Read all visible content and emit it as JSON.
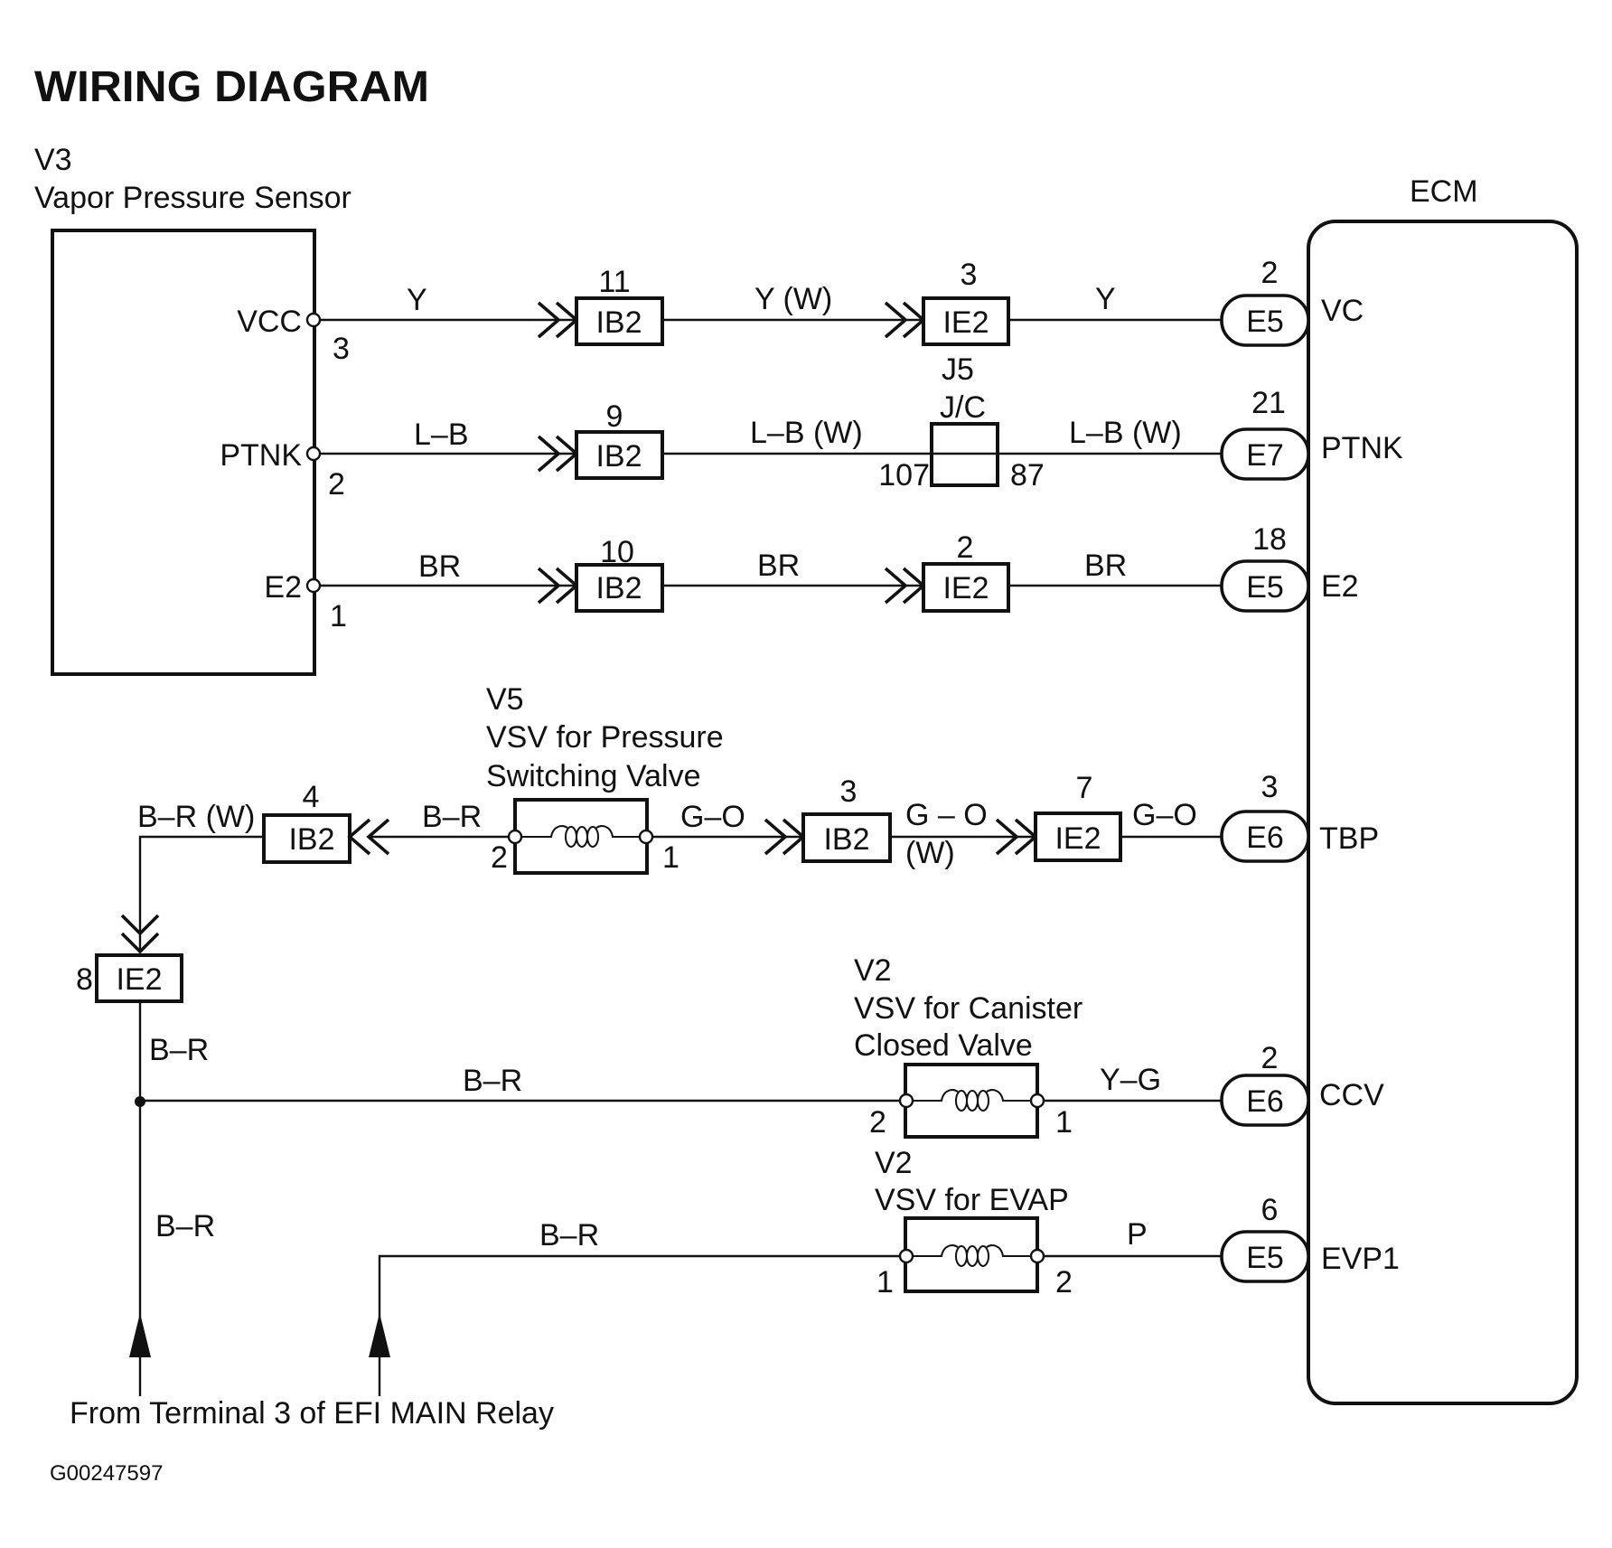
{
  "title": "WIRING DIAGRAM",
  "figure_id": "G00247597",
  "footer_note": "From Terminal 3 of EFI MAIN Relay",
  "components": {
    "vapor_pressure_sensor": {
      "code": "V3",
      "name": "Vapor Pressure Sensor",
      "terminals": [
        {
          "label": "VCC",
          "pin": "3"
        },
        {
          "label": "PTNK",
          "pin": "2"
        },
        {
          "label": "E2",
          "pin": "1"
        }
      ]
    },
    "ecm": {
      "name": "ECM",
      "terminals": [
        {
          "label": "VC",
          "connector": "E5",
          "pin": "2"
        },
        {
          "label": "PTNK",
          "connector": "E7",
          "pin": "21"
        },
        {
          "label": "E2",
          "connector": "E5",
          "pin": "18"
        },
        {
          "label": "TBP",
          "connector": "E6",
          "pin": "3"
        },
        {
          "label": "CCV",
          "connector": "E6",
          "pin": "2"
        },
        {
          "label": "EVP1",
          "connector": "E5",
          "pin": "6"
        }
      ]
    },
    "vsv_pressure": {
      "code": "V5",
      "name_line1": "VSV for Pressure",
      "name_line2": "Switching Valve",
      "pin_left": "2",
      "pin_right": "1"
    },
    "vsv_canister": {
      "code": "V2",
      "name_line1": "VSV for Canister",
      "name_line2": "Closed Valve",
      "pin_left": "2",
      "pin_right": "1"
    },
    "vsv_evap": {
      "code": "V2",
      "name": "VSV for EVAP",
      "pin_left": "1",
      "pin_right": "2"
    },
    "junction_connector": {
      "code": "J5",
      "name": "J/C",
      "pin_in": "107",
      "pin_out": "87"
    }
  },
  "circuits": {
    "vc": {
      "wire1": "Y",
      "conn1": {
        "name": "IB2",
        "pin": "11"
      },
      "wire2": "Y (W)",
      "conn2": {
        "name": "IE2",
        "pin": "3"
      },
      "wire3": "Y"
    },
    "ptnk": {
      "wire1": "L–B",
      "conn1": {
        "name": "IB2",
        "pin": "9"
      },
      "wire2": "L–B (W)",
      "wire3": "L–B (W)"
    },
    "e2": {
      "wire1": "BR",
      "conn1": {
        "name": "IB2",
        "pin": "10"
      },
      "wire2": "BR",
      "conn2": {
        "name": "IE2",
        "pin": "2"
      },
      "wire3": "BR"
    },
    "tbp": {
      "wire_left_out": "B–R (W)",
      "conn_left": {
        "name": "IB2",
        "pin": "4"
      },
      "wire_left": "B–R",
      "wire1": "G–O",
      "conn1": {
        "name": "IB2",
        "pin": "3"
      },
      "wire2_line1": "G – O",
      "wire2_line2": "(W)",
      "conn2": {
        "name": "IE2",
        "pin": "7"
      },
      "wire3": "G–O"
    },
    "feed": {
      "conn": {
        "name": "IE2",
        "pin": "8"
      },
      "wire_upper": "B–R",
      "wire_lower": "B–R"
    },
    "ccv": {
      "wire1": "B–R",
      "wire2": "Y–G"
    },
    "evp1": {
      "wire1": "B–R",
      "wire2": "P"
    }
  }
}
